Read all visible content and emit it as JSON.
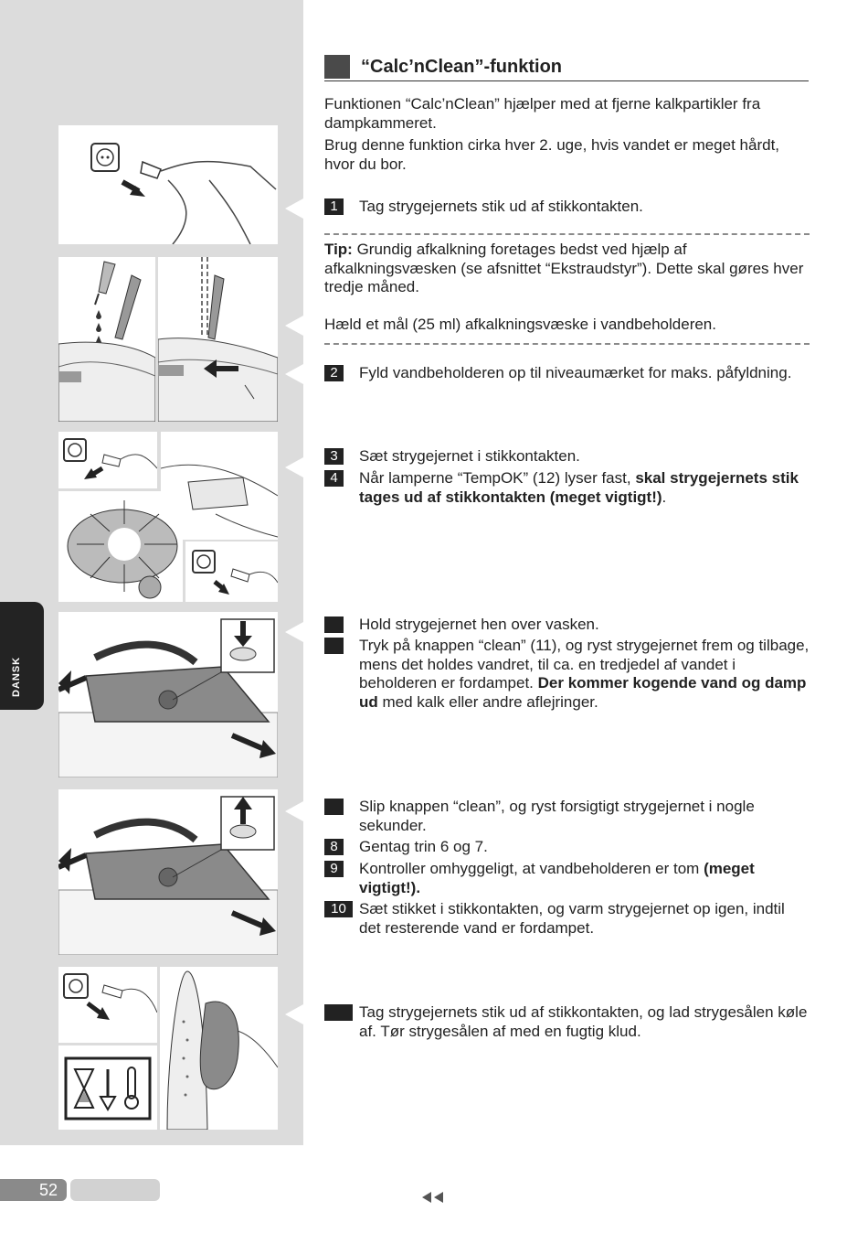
{
  "page": {
    "language_tab": "DANSK",
    "page_number": "52",
    "nav_icon": "rewind-icon"
  },
  "section": {
    "title": "“Calc’nClean”-funktion",
    "intro_1": "Funktionen “Calc’nClean” hjælper med at fjerne kalkpartikler fra dampkammeret.",
    "intro_2": "Brug denne funktion cirka hver 2. uge, hvis vandet er meget hårdt, hvor du bor."
  },
  "steps": {
    "s1": {
      "num": "1",
      "text": "Tag strygejernets stik ud af stikkontakten."
    },
    "s2": {
      "num": "2",
      "text": "Fyld vandbeholderen op til niveaumærket for maks. påfyldning."
    },
    "s3": {
      "num": "3",
      "text": "Sæt strygejernet i stikkontakten."
    },
    "s4": {
      "num": "4",
      "text_a": "Når lamperne “TempOK” (12) lyser fast, ",
      "text_bold": "skal strygejernets stik tages ud af stikkontakten (meget vigtigt!)",
      "text_b": "."
    },
    "s5": {
      "num": "",
      "text": "Hold strygejernet hen over vasken."
    },
    "s6": {
      "num": "",
      "text_a": "Tryk på knappen “clean” (11), og ryst strygejernet frem og tilbage, mens det holdes vandret, til ca. en tredjedel af vandet i beholderen er fordampet. ",
      "text_bold": "Der kommer kogende vand og damp ud",
      "text_b": " med kalk eller andre aflejringer."
    },
    "s7": {
      "num": "",
      "text": "Slip knappen “clean”, og ryst forsigtigt strygejernet i nogle sekunder."
    },
    "s8": {
      "num": "8",
      "text": "Gentag trin 6 og 7."
    },
    "s9": {
      "num": "9",
      "text_a": "Kontroller omhyggeligt, at vandbeholderen er tom ",
      "text_bold": "(meget vigtigt!)."
    },
    "s10": {
      "num": "10",
      "text": "Sæt stikket i stikkontakten, og varm strygejernet op igen, indtil det resterende vand er fordampet."
    },
    "s11": {
      "num": "",
      "text": "Tag strygejernets stik ud af stikkontakten, og lad strygesålen køle af. Tør strygesålen af med en fugtig klud."
    }
  },
  "tip": {
    "label": "Tip:",
    "text": " Grundig afkalkning foretages bedst ved hjælp af afkalkningsvæsken (se afsnittet “Ekstraudstyr”). Dette skal gøres hver tredje måned.",
    "measure": "Hæld et mål (25 ml) afkalkningsvæske i vandbeholderen."
  },
  "illustrations": [
    "unplug-illustration",
    "pour-descaler-illustration",
    "fill-tank-illustration",
    "plug-in-illustration",
    "tempok-light-illustration",
    "unplug-after-heat-illustration",
    "press-clean-button-illustration",
    "release-clean-button-illustration",
    "unplug-final-illustration",
    "cool-down-icon",
    "wipe-soleplate-illustration"
  ]
}
